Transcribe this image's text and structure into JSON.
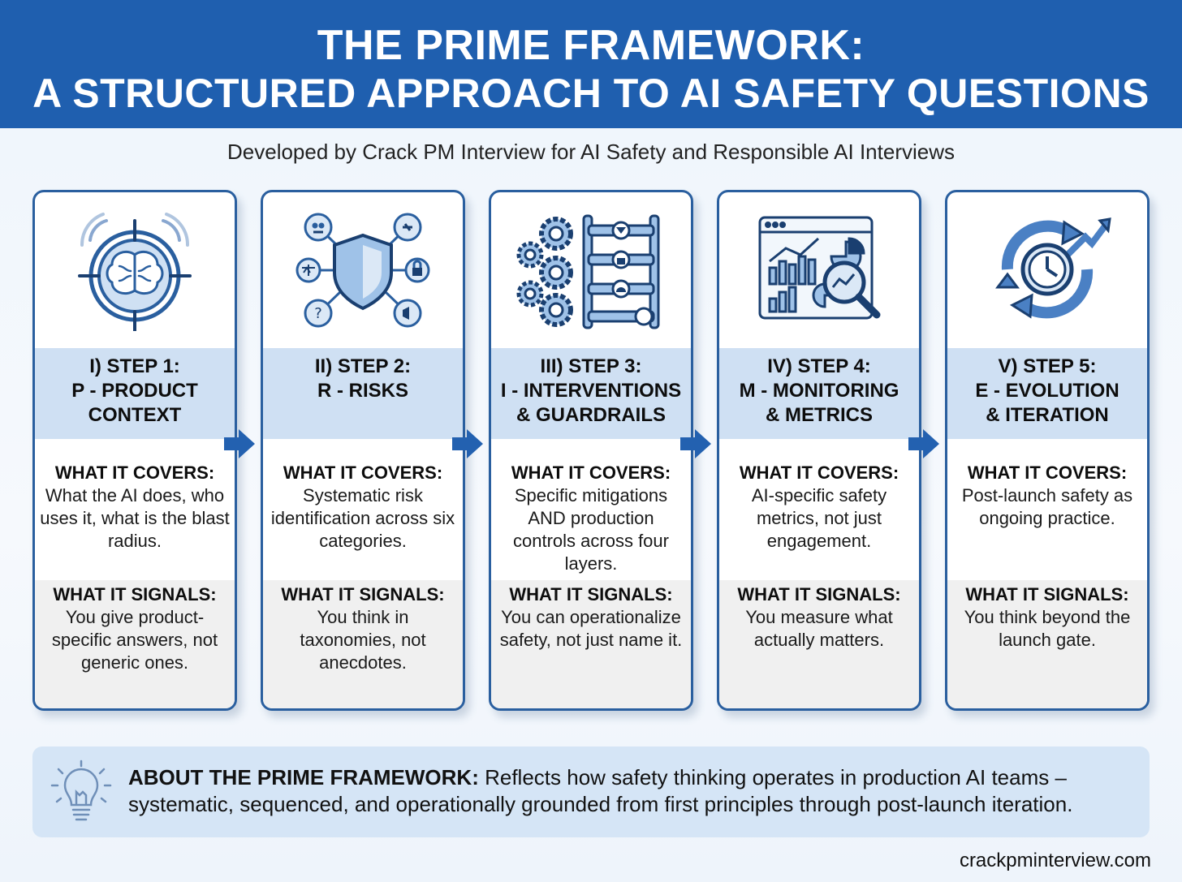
{
  "header": {
    "line1": "THE PRIME FRAMEWORK:",
    "line2": "A STRUCTURED APPROACH TO AI SAFETY QUESTIONS"
  },
  "subtitle": "Developed by Crack PM Interview for AI Safety and Responsible AI Interviews",
  "accent_color": "#1f5faf",
  "steps": [
    {
      "icon": "brain-target-icon",
      "step_line1": "I) STEP 1:",
      "step_line2": "P - PRODUCT",
      "step_line3": "CONTEXT",
      "covers_title": "WHAT IT COVERS:",
      "covers_body": "What the AI does, who uses it, what is the blast radius.",
      "signals_title": "WHAT IT SIGNALS:",
      "signals_body": "You give product-specific answers, not generic ones."
    },
    {
      "icon": "shield-network-icon",
      "step_line1": "II) STEP 2:",
      "step_line2": "R - RISKS",
      "step_line3": "",
      "covers_title": "WHAT IT COVERS:",
      "covers_body": "Systematic risk identification across six categories.",
      "signals_title": "WHAT IT SIGNALS:",
      "signals_body": "You think in taxonomies, not anecdotes."
    },
    {
      "icon": "gears-ladder-icon",
      "step_line1": "III) STEP 3:",
      "step_line2": "I - INTERVENTIONS",
      "step_line3": "& GUARDRAILS",
      "covers_title": "WHAT IT COVERS:",
      "covers_body": "Specific mitigations AND production controls across four layers.",
      "signals_title": "WHAT IT SIGNALS:",
      "signals_body": "You can operationalize safety, not just name it."
    },
    {
      "icon": "dashboard-magnifier-icon",
      "step_line1": "IV) STEP 4:",
      "step_line2": "M - MONITORING",
      "step_line3": "& METRICS",
      "covers_title": "WHAT IT COVERS:",
      "covers_body": "AI-specific safety metrics, not just engagement.",
      "signals_title": "WHAT IT SIGNALS:",
      "signals_body": "You measure what actually matters."
    },
    {
      "icon": "clock-cycle-icon",
      "step_line1": "V) STEP 5:",
      "step_line2": "E - EVOLUTION",
      "step_line3": "& ITERATION",
      "covers_title": "WHAT IT COVERS:",
      "covers_body": "Post-launch safety as ongoing practice.",
      "signals_title": "WHAT IT SIGNALS:",
      "signals_body": "You think beyond the launch gate."
    }
  ],
  "about": {
    "label": "ABOUT THE PRIME FRAMEWORK:",
    "body": "Reflects how safety thinking operates in production AI teams – systematic, sequenced, and operationally grounded from first principles through post-launch iteration."
  },
  "footer": "crackpminterview.com"
}
